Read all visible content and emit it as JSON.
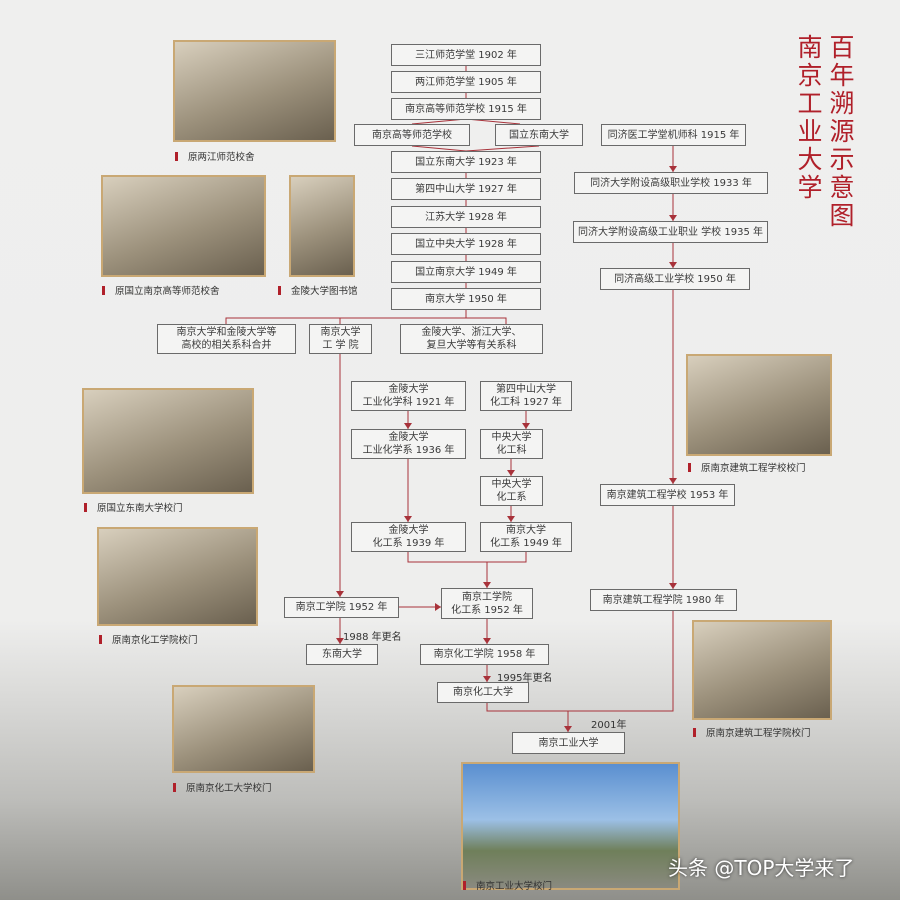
{
  "title": {
    "line1": "百年溯源示意图",
    "line2": "南京工业大学",
    "color": "#b0202a"
  },
  "main_column": [
    "三江师范学堂 1902 年",
    "两江师范学堂 1905 年",
    "南京高等师范学校 1915 年",
    "南京高等师范学校",
    "国立东南大学",
    "国立东南大学 1923 年",
    "第四中山大学 1927 年",
    "江苏大学 1928 年",
    "国立中央大学 1928 年",
    "国立南京大学 1949 年",
    "南京大学 1950 年"
  ],
  "split_1950": [
    "南京大学和金陵大学等\n高校的相关系科合并",
    "南京大学\n工 学 院",
    "金陵大学、浙江大学、\n复旦大学等有关系科"
  ],
  "tongji_column": [
    "同济医工学堂机师科 1915 年",
    "同济大学附设高级职业学校 1933 年",
    "同济大学附设高级工业职业 学校 1935 年",
    "同济高级工业学校 1950 年",
    "南京建筑工程学校 1953 年",
    "南京建筑工程学院 1980 年"
  ],
  "chem_branch": [
    "金陵大学\n工业化学科 1921 年",
    "第四中山大学\n化工科 1927 年",
    "金陵大学\n工业化学系 1936 年",
    "中央大学\n化工科",
    "中央大学\n化工系",
    "金陵大学\n化工系 1939 年",
    "南京大学\n化工系 1949 年"
  ],
  "lower": [
    "南京工学院 1952 年",
    "南京工学院\n化工系 1952 年",
    "东南大学",
    "南京化工学院 1958 年",
    "南京化工大学",
    "南京工业大学"
  ],
  "notes": [
    "1988 年更名",
    "1995年更名",
    "2001年"
  ],
  "captions": [
    "原两江师范校舍",
    "原国立南京高等师范校舍",
    "金陵大学图书馆",
    "原国立东南大学校门",
    "原南京化工学院校门",
    "原南京建筑工程学校校门",
    "原南京建筑工程学院校门",
    "原南京化工大学校门",
    "南京工业大学校门"
  ],
  "watermark": "头条 @TOP大学来了",
  "line_color": "#a8323a"
}
